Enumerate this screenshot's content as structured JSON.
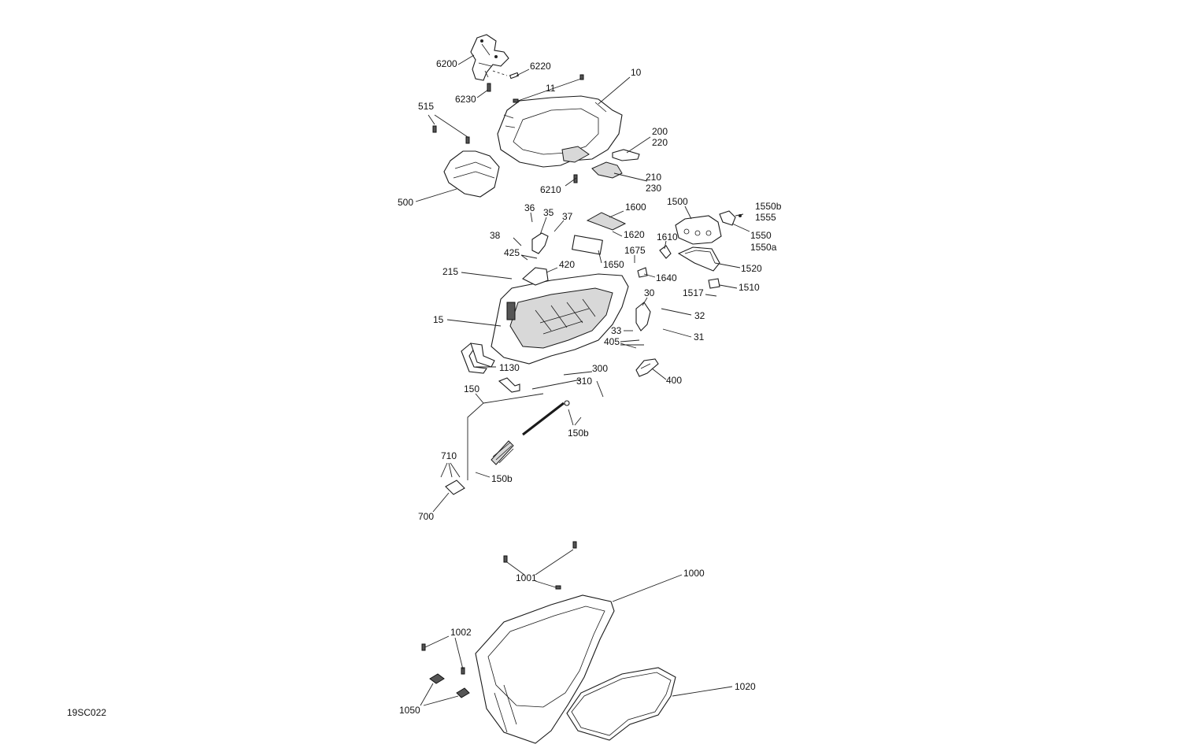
{
  "diagram": {
    "code": "19SC022",
    "callouts": {
      "c6200": "6200",
      "c6220": "6220",
      "c6230": "6230",
      "c11": "11",
      "c10": "10",
      "c515": "515",
      "c200": "200",
      "c220": "220",
      "c210": "210",
      "c230": "230",
      "c6210": "6210",
      "c500": "500",
      "c36": "36",
      "c35": "35",
      "c37": "37",
      "c1600": "1600",
      "c1500": "1500",
      "c1550b": "1550b",
      "c1555": "1555",
      "c1550": "1550",
      "c1550a": "1550a",
      "c38": "38",
      "c1620": "1620",
      "c1610": "1610",
      "c425": "425",
      "c1675": "1675",
      "c1650": "1650",
      "c420": "420",
      "c1520": "1520",
      "c215": "215",
      "c1640": "1640",
      "c1517": "1517",
      "c1510": "1510",
      "c30": "30",
      "c15": "15",
      "c32": "32",
      "c33": "33",
      "c31": "31",
      "c405": "405",
      "c1130": "1130",
      "c300": "300",
      "c400": "400",
      "c310": "310",
      "c150": "150",
      "c150b_a": "150b",
      "c710": "710",
      "c150b_b": "150b",
      "c700": "700",
      "c1001": "1001",
      "c1000": "1000",
      "c1002": "1002",
      "c1020": "1020",
      "c1050": "1050"
    }
  }
}
